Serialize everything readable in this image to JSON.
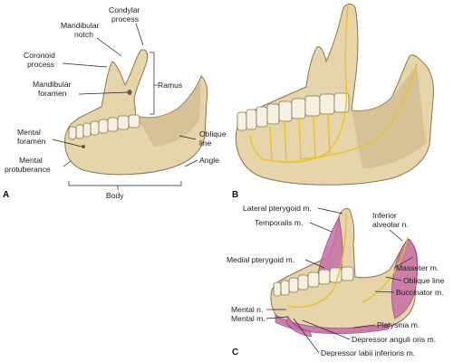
{
  "panels": {
    "a": {
      "letter": "A",
      "labels": {
        "condylar_process": [
          "Condylar",
          "process"
        ],
        "mandibular_notch": [
          "Mandibular",
          "notch"
        ],
        "coronoid_process": [
          "Coronoid",
          "process"
        ],
        "mandibular_foramen": [
          "Mandibular",
          "foramen"
        ],
        "ramus": "Ramus",
        "mental_foramen": [
          "Mental",
          "foramen"
        ],
        "oblique_line": [
          "Oblique",
          "line"
        ],
        "mental_protuberance": [
          "Mental",
          "protuberance"
        ],
        "angle": "Angle",
        "body": "Body"
      }
    },
    "b": {
      "letter": "B"
    },
    "c": {
      "letter": "C",
      "labels": {
        "lateral_pterygoid": "Lateral pterygoid m.",
        "temporalis": "Temporalis m.",
        "inferior_alveolar": [
          "Inferior",
          "alveolar n."
        ],
        "medial_pterygoid": "Medial pterygoid m.",
        "masseter": "Masseter m.",
        "oblique_line": "Oblique line",
        "buccinator": "Buccinator m.",
        "mental_n": "Mental n.",
        "mental_m": "Mental m.",
        "platysma": "Platysma m.",
        "depressor_anguli_oris": "Depressor anguli oris m.",
        "depressor_labii_inferioris": "Depressor labii inferioris m."
      }
    }
  },
  "colors": {
    "bone": "#e6d4aa",
    "tooth": "#f6f0e2",
    "nerve": "#e8c21a",
    "muscle": "#c86fa8"
  }
}
